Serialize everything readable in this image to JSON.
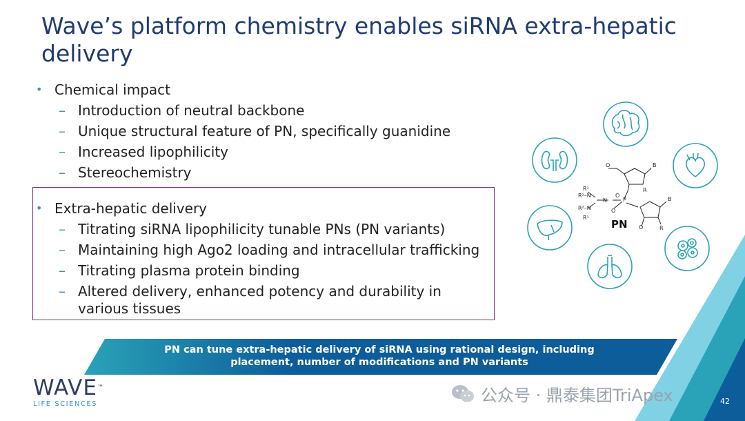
{
  "title": "Wave’s platform chemistry enables siRNA extra-hepatic delivery",
  "section1": {
    "heading": "Chemical impact",
    "items": [
      "Introduction of neutral backbone",
      "Unique structural feature of PN, specifically guanidine",
      "Increased lipophilicity",
      "Stereochemistry"
    ]
  },
  "section2": {
    "heading": "Extra-hepatic delivery",
    "items": [
      "Titrating siRNA lipophilicity tunable PNs (PN variants)",
      "Maintaining high Ago2 loading and intracellular trafficking",
      "Titrating plasma protein binding",
      "Altered delivery, enhanced potency and durability in various tissues"
    ]
  },
  "dash": "–",
  "banner": {
    "line1": "PN can tune extra-hepatic delivery of siRNA using rational design, including",
    "line2": "placement, number of modifications and PN variants"
  },
  "diagram": {
    "center_label": "PN",
    "organ_icons": [
      "brain-icon",
      "heart-icon",
      "tumor-cells-icon",
      "lungs-icon",
      "liver-icon",
      "kidneys-icon"
    ],
    "icon_color": "#2aa3b8"
  },
  "logo": {
    "main": "WAVE",
    "tm": "™",
    "sub": "LIFE SCIENCES"
  },
  "watermark": "公众号 · 鼎泰集团TriApex",
  "page_number": "42",
  "colors": {
    "title": "#1f3b73",
    "bullet": "#3a8fd0",
    "box_border": "#7b2d8e",
    "banner": "#0d5d9a",
    "accent": "#2aa3b8"
  }
}
